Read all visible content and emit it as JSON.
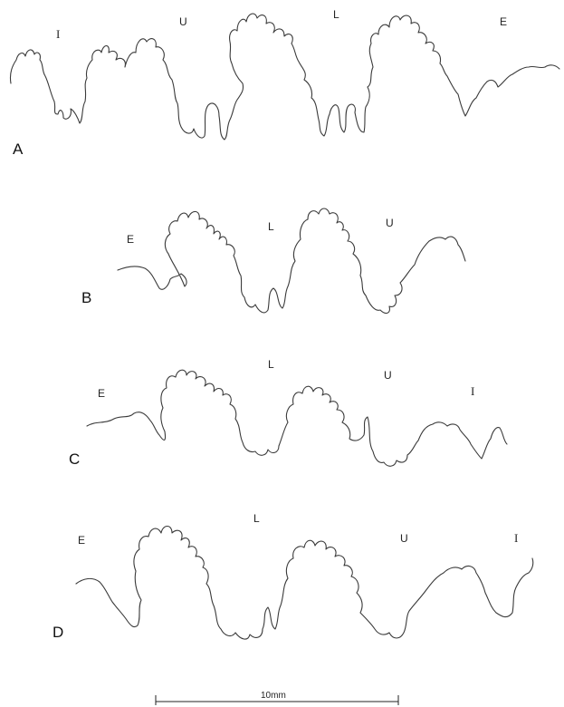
{
  "panels": [
    {
      "letter": "A",
      "labels": [
        "I",
        "U",
        "L",
        "E"
      ]
    },
    {
      "letter": "B",
      "labels": [
        "E",
        "L",
        "U"
      ]
    },
    {
      "letter": "C",
      "labels": [
        "E",
        "L",
        "U",
        "I"
      ]
    },
    {
      "letter": "D",
      "labels": [
        "E",
        "L",
        "U",
        "I"
      ]
    }
  ],
  "scale_bar": {
    "label": "10mm"
  }
}
